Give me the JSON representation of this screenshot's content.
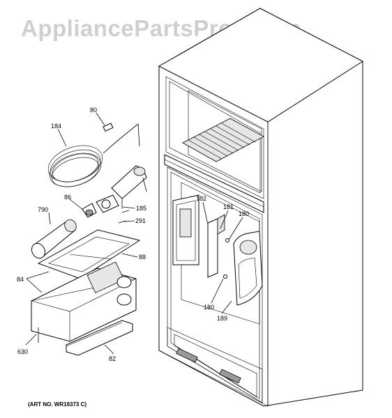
{
  "watermark": "AppliancePartsPros.com",
  "art_number": "(ART NO. WR19373 C)",
  "callouts": [
    {
      "id": "80",
      "text": "80"
    },
    {
      "id": "184",
      "text": "184"
    },
    {
      "id": "86",
      "text": "86"
    },
    {
      "id": "185",
      "text": "185"
    },
    {
      "id": "291",
      "text": "291"
    },
    {
      "id": "790",
      "text": "790"
    },
    {
      "id": "88",
      "text": "88"
    },
    {
      "id": "84",
      "text": "84"
    },
    {
      "id": "630",
      "text": "630"
    },
    {
      "id": "82",
      "text": "82"
    },
    {
      "id": "182",
      "text": "182"
    },
    {
      "id": "181",
      "text": "181"
    },
    {
      "id": "180a",
      "text": "180"
    },
    {
      "id": "180b",
      "text": "180"
    },
    {
      "id": "189",
      "text": "189"
    }
  ]
}
